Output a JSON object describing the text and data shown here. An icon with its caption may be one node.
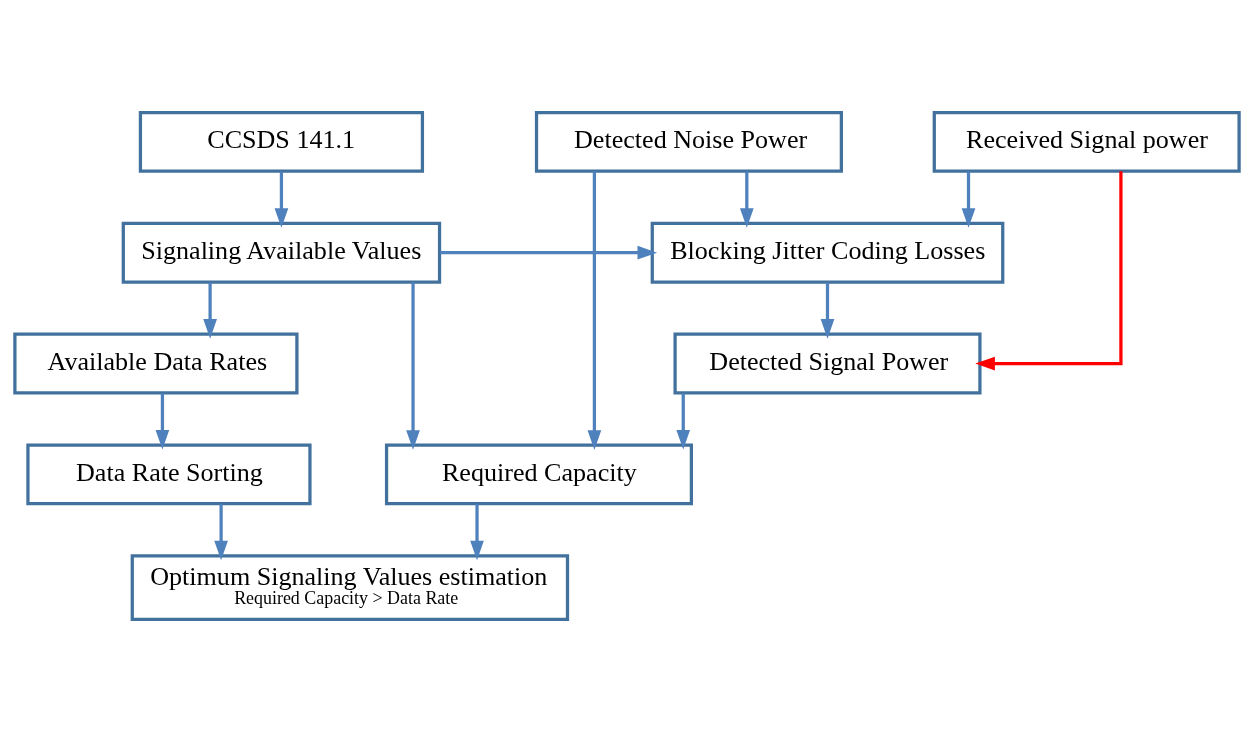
{
  "diagram": {
    "nodes": [
      {
        "text": [
          "CCSDS 141.1"
        ]
      },
      {
        "text": [
          "Received Signal power"
        ]
      },
      {
        "text": [
          "Detected Noise Power"
        ]
      },
      {
        "text": [
          "Signaling Available Values"
        ]
      },
      {
        "text": [
          "Blocking Jitter Coding Losses"
        ]
      },
      {
        "text": [
          "Available Data Rates"
        ]
      },
      {
        "text": [
          "Detected Signal Power"
        ]
      },
      {
        "text": [
          "Data Rate Sorting"
        ]
      },
      {
        "text": [
          "Required Capacity"
        ]
      },
      {
        "text": [
          "Optimum Signaling Values estimation",
          "Required Capacity > Data Rate"
        ]
      }
    ],
    "edges": [
      {
        "from": 0,
        "to": 3,
        "arrow": "to"
      },
      {
        "from": 3,
        "to": 5,
        "arrow": "to"
      },
      {
        "from": 5,
        "to": 7,
        "arrow": "to"
      },
      {
        "from": 7,
        "to": 9,
        "arrow": "to"
      },
      {
        "from": 1,
        "to": 4,
        "arrow": "to"
      },
      {
        "from": 2,
        "to": 4,
        "arrow": "to"
      },
      {
        "from": 3,
        "to": 4,
        "arrow": "to"
      },
      {
        "from": 3,
        "to": 8,
        "arrow": "to"
      },
      {
        "from": 1,
        "to": 6,
        "arrow": "to",
        "color": "#ff0000"
      },
      {
        "from": 4,
        "to": 6,
        "arrow": "to"
      },
      {
        "from": 6,
        "to": 8,
        "arrow": "to"
      },
      {
        "from": 2,
        "to": 8,
        "arrow": "to"
      },
      {
        "from": 8,
        "to": 9,
        "arrow": "to"
      }
    ]
  }
}
